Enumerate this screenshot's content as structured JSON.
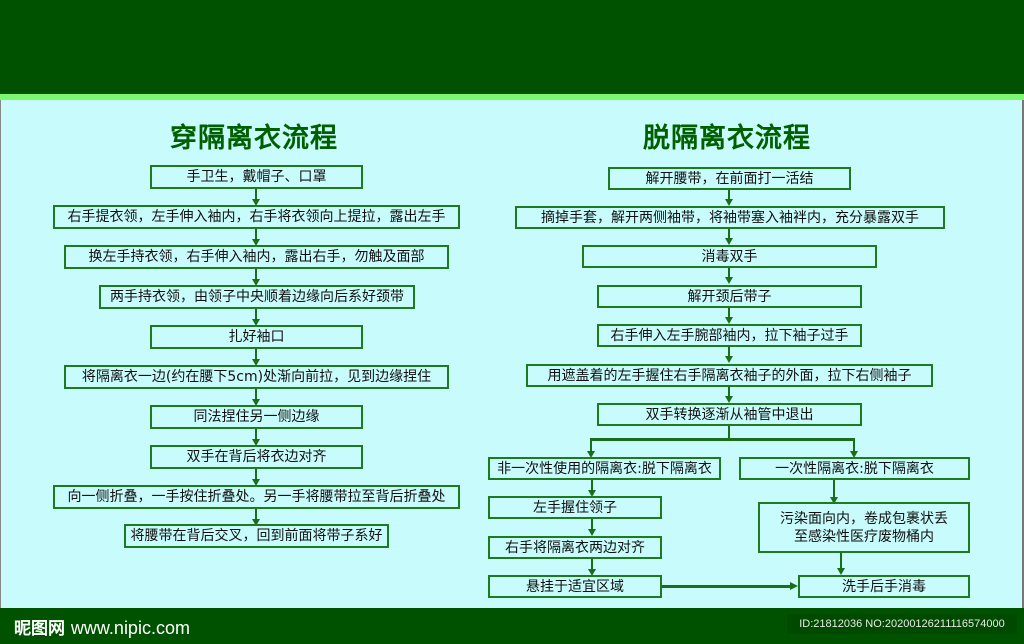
{
  "colors": {
    "header_bg": "#005200",
    "accent_line": "#7cf870",
    "canvas_bg": "#c8fcfc",
    "box_border": "#1e7a1e",
    "title_text": "#006000"
  },
  "don": {
    "title": "穿隔离衣流程",
    "steps": [
      "手卫生，戴帽子、口罩",
      "右手提衣领，左手伸入袖内，右手将衣领向上提拉，露出左手",
      "换左手持衣领，右手伸入袖内，露出右手，勿触及面部",
      "两手持衣领，由领子中央顺着边缘向后系好颈带",
      "扎好袖口",
      "将隔离衣一边(约在腰下5cm)处渐向前拉，见到边缘捏住",
      "同法捏住另一侧边缘",
      "双手在背后将衣边对齐",
      "向一侧折叠，一手按住折叠处。另一手将腰带拉至背后折叠处",
      "将腰带在背后交叉，回到前面将带子系好"
    ]
  },
  "doff": {
    "title": "脱隔离衣流程",
    "steps": [
      "解开腰带，在前面打一活结",
      "摘掉手套，解开两侧袖带，将袖带塞入袖袢内，充分暴露双手",
      "消毒双手",
      "解开颈后带子",
      "右手伸入左手腕部袖内，拉下袖子过手",
      "用遮盖着的左手握住右手隔离衣袖子的外面，拉下右侧袖子",
      "双手转换逐渐从袖管中退出"
    ],
    "branch_left": [
      "非一次性使用的隔离衣:脱下隔离衣",
      "左手握住领子",
      "右手将隔离衣两边对齐",
      "悬挂于适宜区域"
    ],
    "branch_right": [
      "一次性隔离衣:脱下隔离衣",
      "污染面向内，卷成包裹状丢至感染性医疗废物桶内"
    ],
    "final": "洗手后手消毒"
  },
  "footer": {
    "logo_cn": "昵图网",
    "logo_url": "www.nipic.com",
    "id_text": "ID:21812036 NO:20200126211116574000"
  }
}
